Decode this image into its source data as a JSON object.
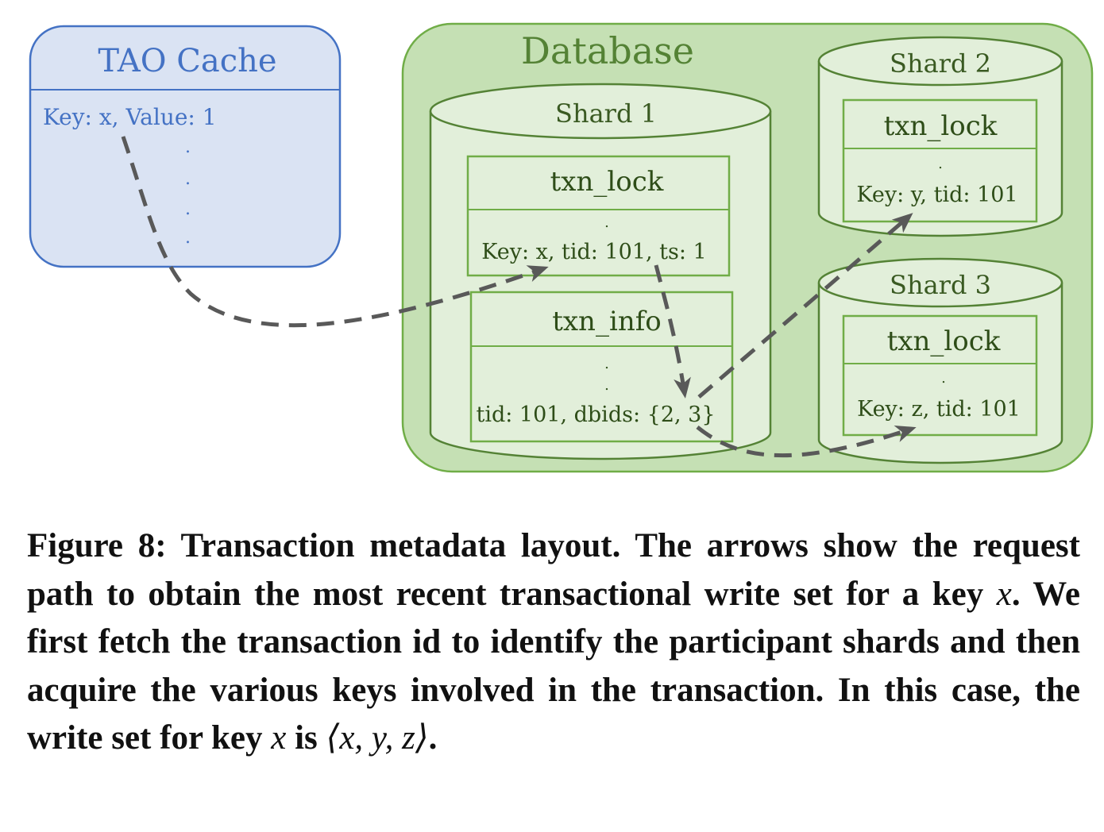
{
  "tao_cache": {
    "title": "TAO Cache",
    "entry": "Key: x, Value: 1",
    "dots": ".",
    "colors": {
      "fill": "#dae3f3",
      "stroke": "#4472c4",
      "text": "#4472c4"
    }
  },
  "database": {
    "title": "Database",
    "colors": {
      "fill": "#c5e0b4",
      "stroke": "#70ad47",
      "text": "#548235",
      "inner_fill": "#e2efda"
    },
    "shard1": {
      "label": "Shard 1",
      "txn_lock": {
        "title": "txn_lock",
        "dots": ".",
        "entry": "Key: x, tid: 101, ts: 1"
      },
      "txn_info": {
        "title": "txn_info",
        "dots": ".",
        "entry": "tid: 101, dbids: {2, 3}"
      }
    },
    "shard2": {
      "label": "Shard 2",
      "txn_lock": {
        "title": "txn_lock",
        "dots": ".",
        "entry": "Key: y, tid: 101"
      }
    },
    "shard3": {
      "label": "Shard 3",
      "txn_lock": {
        "title": "txn_lock",
        "dots": ".",
        "entry": "Key: z, tid: 101"
      }
    }
  },
  "arrow_color": "#595959",
  "caption": {
    "label": "Figure 8:",
    "text_1": "Transaction metadata layout. The arrows show the request path to obtain the most recent transactional write set for a key",
    "var_x": "x",
    "text_2": ". We first fetch the transaction id to identify the participant shards and then acquire the various keys in­volved in the transaction. In this case, the write set for key",
    "text_3": "is",
    "tuple": "⟨x, y, z⟩",
    "end": "."
  }
}
